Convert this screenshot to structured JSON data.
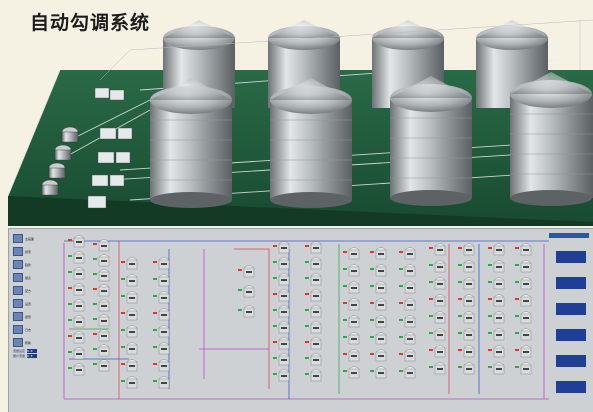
{
  "title": "自动勾调系统",
  "colors": {
    "floor": "#1f5a3b",
    "tank_metal": "#b9bdbf",
    "panel_bg": "#cdd1d3",
    "pipe_blue": "#3a5bd6",
    "pipe_red": "#d8465a",
    "pipe_magenta": "#c04ad2",
    "pipe_green": "#3fa45d",
    "indicator_green": "#2ea84a",
    "indicator_red": "#d93a2f",
    "accent_blue": "#1f3f96"
  },
  "icons": [
    "tank-icon",
    "pump-icon",
    "valve-icon",
    "flowmeter-icon",
    "storage-tank-icon"
  ],
  "toolbar": [
    {
      "label": "主画面",
      "icon": "home-icon"
    },
    {
      "label": "搜索",
      "icon": "search-icon"
    },
    {
      "label": "趋势",
      "icon": "chart-icon"
    },
    {
      "label": "报表",
      "icon": "report-icon"
    },
    {
      "label": "配方",
      "icon": "recipe-icon"
    },
    {
      "label": "设置",
      "icon": "settings-icon"
    },
    {
      "label": "报警",
      "icon": "alarm-icon"
    },
    {
      "label": "日志",
      "icon": "log-icon"
    },
    {
      "label": "帮助",
      "icon": "help-icon"
    }
  ],
  "status_panel": [
    {
      "label": "流量设定",
      "value": "0.0"
    },
    {
      "label": "累计流量",
      "value": "0.0"
    }
  ],
  "bottom_status": "",
  "header_right": ""
}
